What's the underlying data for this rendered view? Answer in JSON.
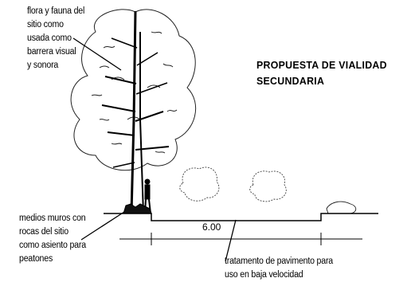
{
  "title": "PROPUESTA DE VIALIDAD\nSECUNDARIA",
  "annotations": {
    "tree_note": "flora y fauna del\nsitio como\nusada como\nbarrera visual\ny sonora",
    "wall_note": "medios muros con\nrocas del sitio\ncomo asiento para\npeatones",
    "pavement_note": "tratamento de pavimento para\nuso en baja velocidad"
  },
  "dimension": {
    "width_label": "6.00"
  }
}
